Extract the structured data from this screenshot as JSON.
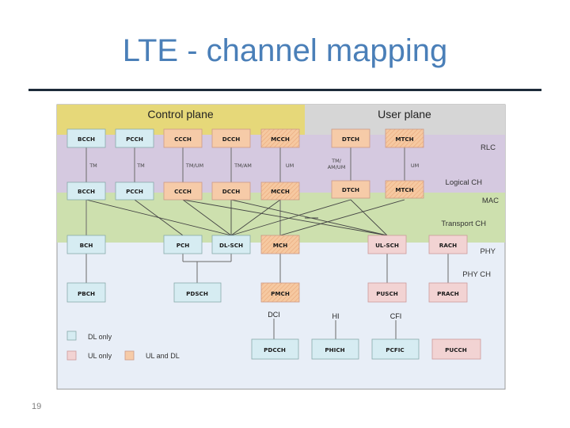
{
  "slide": {
    "title": "LTE - channel mapping",
    "page_number": "19"
  },
  "planes": {
    "control": "Control plane",
    "user": "User plane"
  },
  "bands": {
    "rlc": "RLC",
    "logical_ch": "Logical CH",
    "mac": "MAC",
    "transport_ch": "Transport CH",
    "phy": "PHY",
    "phy_ch": "PHY CH"
  },
  "rlc_channels": {
    "bcch": "BCCH",
    "pcch": "PCCH",
    "ccch": "CCCH",
    "dcch": "DCCH",
    "mcch": "MCCH",
    "dtch": "DTCH",
    "mtch": "MTCH"
  },
  "rlc_modes": {
    "bcch": "TM",
    "pcch": "TM",
    "ccch": "TM/UM",
    "dcch": "TM/AM",
    "mcch": "UM",
    "dtch_line1": "TM/",
    "dtch_line2": "AM/UM",
    "mtch": "UM"
  },
  "logical_channels": {
    "bcch": "BCCH",
    "pcch": "PCCH",
    "ccch": "CCCH",
    "dcch": "DCCH",
    "mcch": "MCCH",
    "dtch": "DTCH",
    "mtch": "MTCH"
  },
  "transport_channels": {
    "bch": "BCH",
    "pch": "PCH",
    "dl_sch": "DL-SCH",
    "mch": "MCH",
    "ul_sch": "UL-SCH",
    "rach": "RACH"
  },
  "physical_channels": {
    "pbch": "PBCH",
    "pdsch": "PDSCH",
    "pmch": "PMCH",
    "pusch": "PUSCH",
    "prach": "PRACH",
    "pdcch": "PDCCH",
    "phich": "PHICH",
    "pcfic": "PCFIC",
    "pucch": "PUCCH"
  },
  "control_info": {
    "dci": "DCI",
    "hi": "HI",
    "cfi": "CFI"
  },
  "legend": {
    "dl_only": "DL only",
    "ul_only": "UL only",
    "ul_and_dl": "UL and DL"
  },
  "colors": {
    "title": "#4a7fb8",
    "control_plane": "#e6d879",
    "user_plane": "#d6d6d6",
    "rlc_band": "#d5c9e0",
    "mac_band": "#cde0ae",
    "phy_band": "#e8eef7",
    "dl_only": "#d6ecf2",
    "ul_only": "#f2d3d3",
    "ul_and_dl": "#f6cba8"
  }
}
